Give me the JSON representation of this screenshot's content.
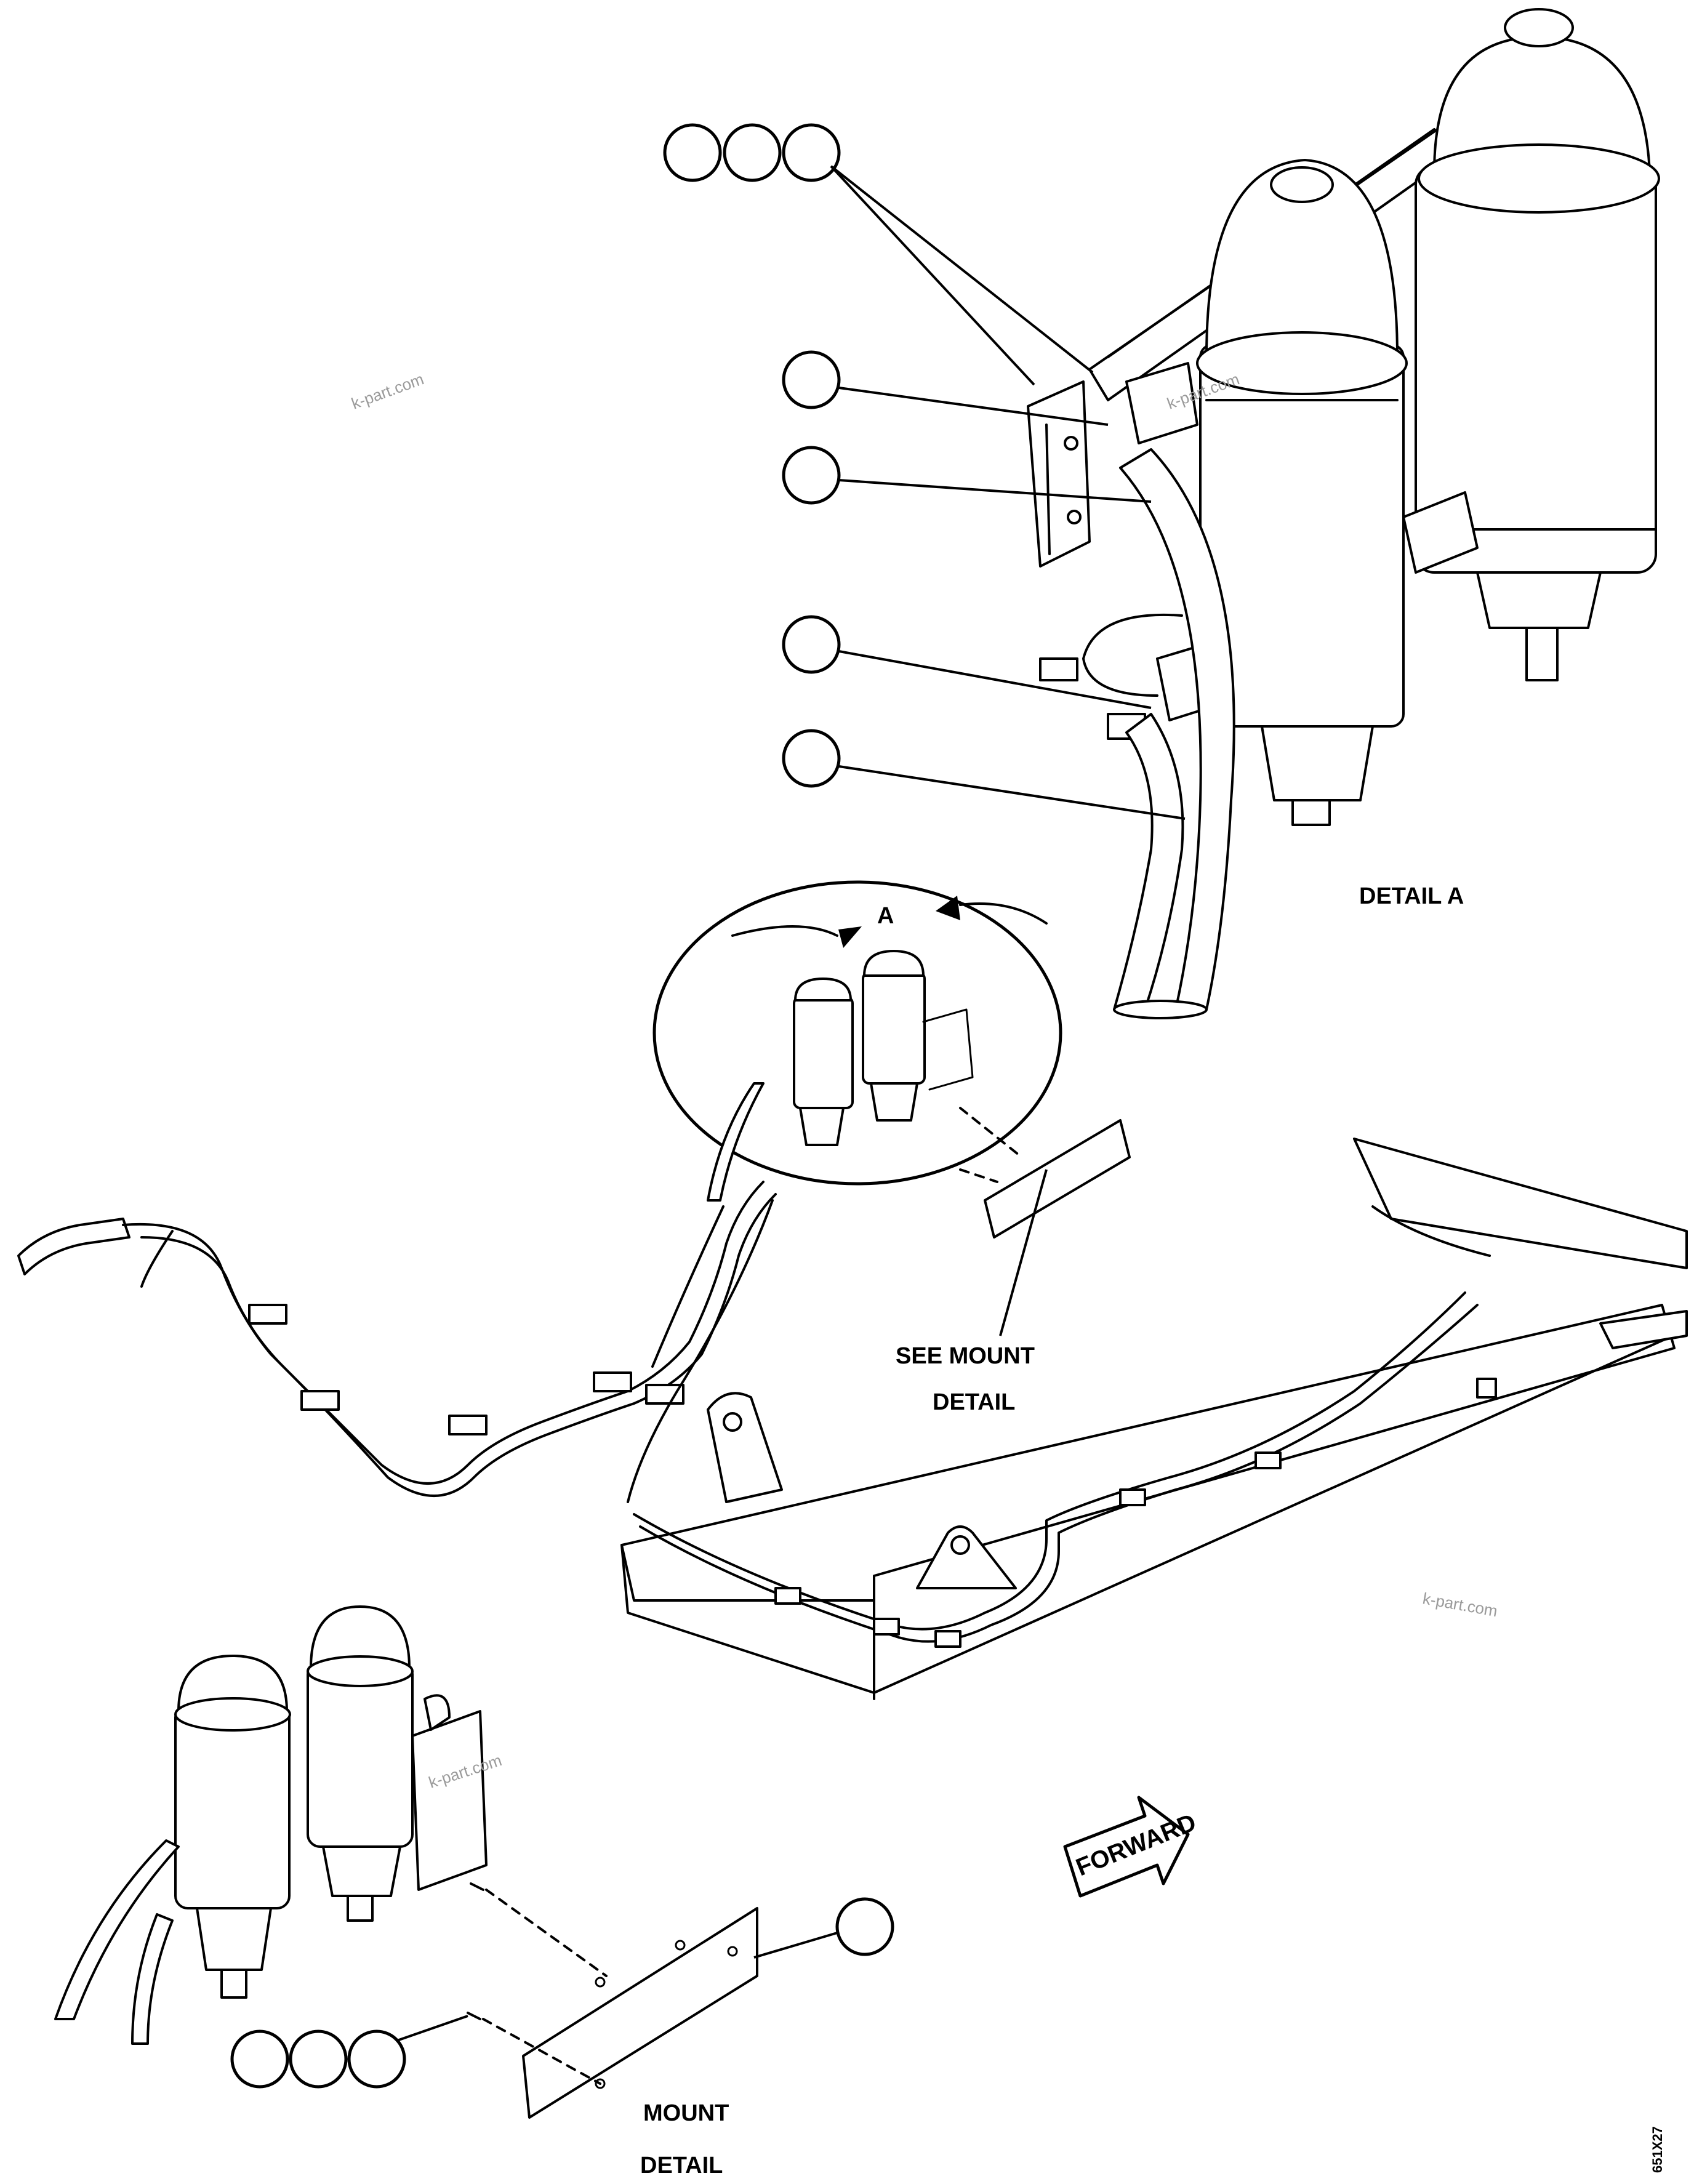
{
  "labels": {
    "detail_a": "DETAIL A",
    "view_a": "A",
    "see_mount_line1": "SEE MOUNT",
    "see_mount_line2": "DETAIL",
    "mount_line1": "MOUNT",
    "mount_line2": "DETAIL",
    "forward": "FORWARD",
    "drawing_code": "651X27"
  },
  "watermarks": [
    "k-part.com",
    "k-part.com",
    "k-part.com",
    "k-part.com"
  ]
}
